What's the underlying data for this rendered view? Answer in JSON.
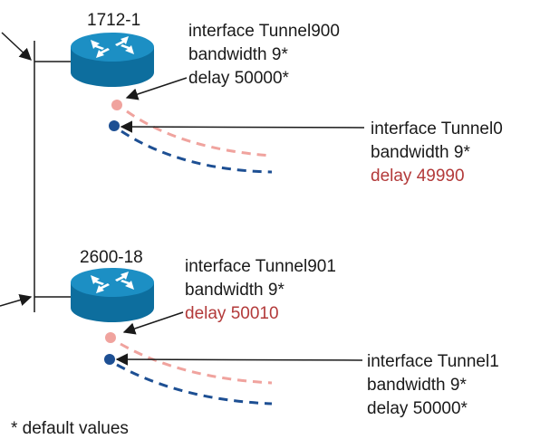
{
  "routers": [
    {
      "name": "1712-1"
    },
    {
      "name": "2600-18"
    }
  ],
  "annotations": {
    "r1_tunnel": {
      "line1": "interface Tunnel900",
      "line2": "bandwidth 9*",
      "line3": "delay 50000*"
    },
    "r1_remote": {
      "line1": "interface Tunnel0",
      "line2": "bandwidth 9*",
      "line3": "delay 49990"
    },
    "r2_tunnel": {
      "line1": "interface Tunnel901",
      "line2": "bandwidth 9*",
      "line3": "delay 50010"
    },
    "r2_remote": {
      "line1": "interface Tunnel1",
      "line2": "bandwidth 9*",
      "line3": "delay 50000*"
    }
  },
  "footnote": "* default values",
  "colors": {
    "router_top": "#1c8fc4",
    "router_side": "#0d6e9e",
    "tunnel_pink": "#f0a39e",
    "tunnel_blue": "#1d4f93",
    "changed_value": "#b33a3a",
    "line": "#1a1a1a"
  },
  "icons": [
    "router-icon",
    "tunnel-endpoint-dot",
    "arrow"
  ]
}
